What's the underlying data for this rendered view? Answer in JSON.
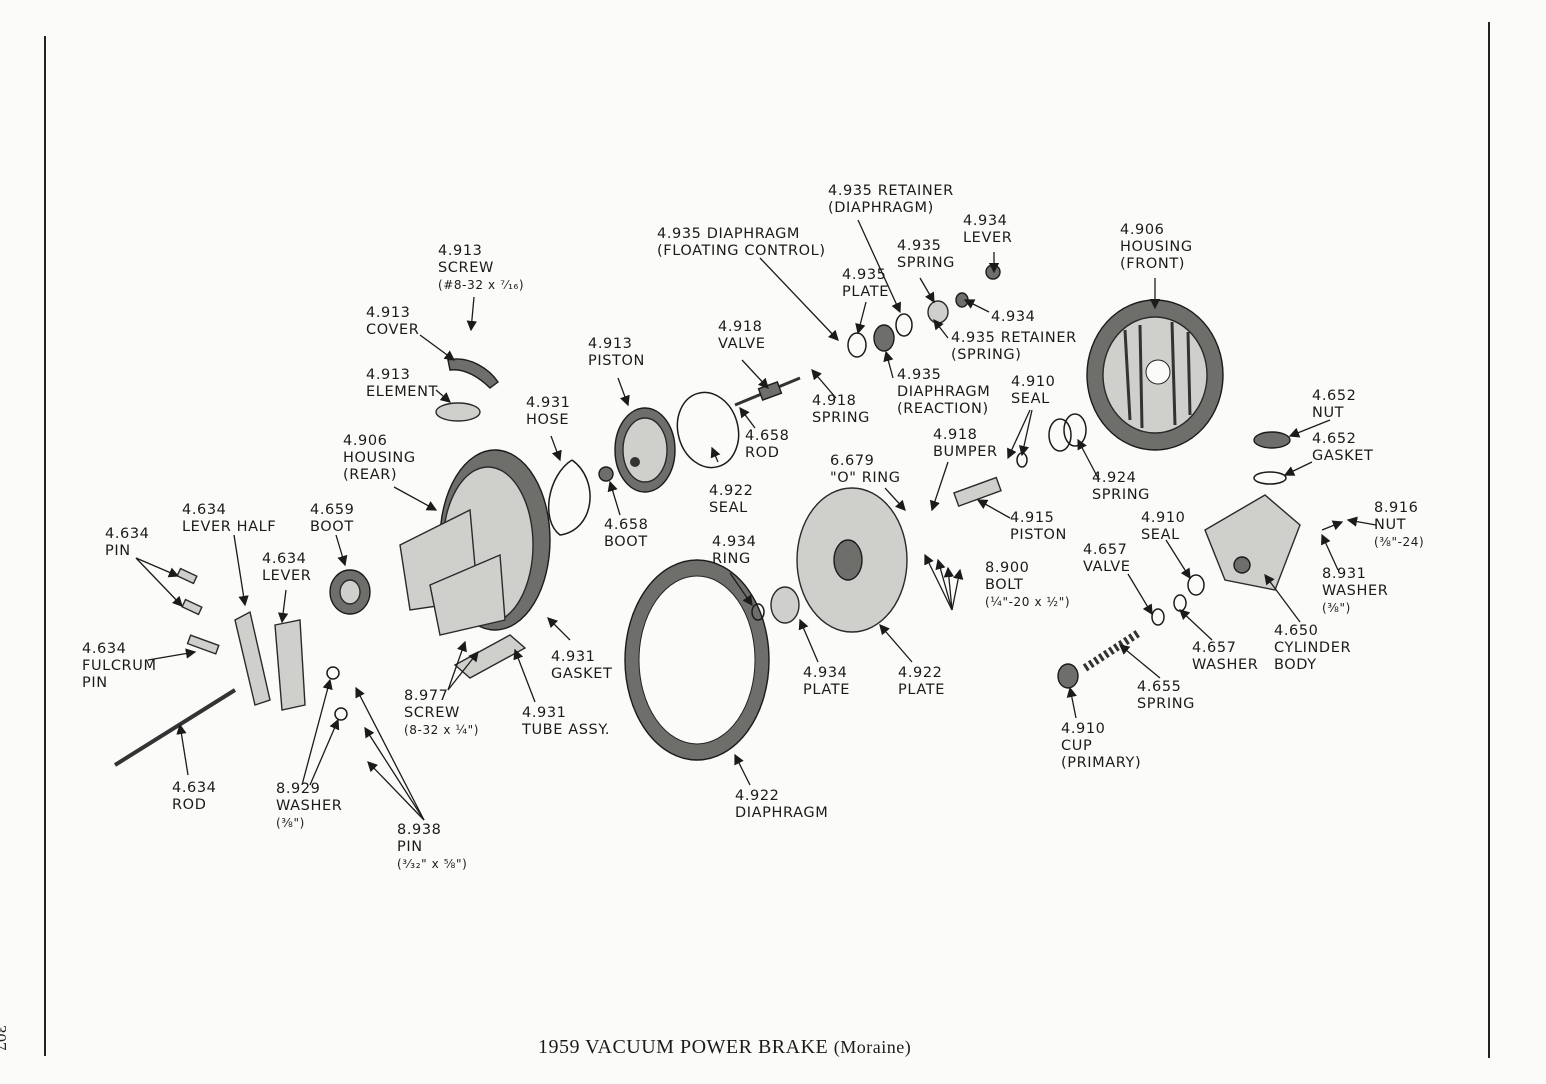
{
  "page_number": "307",
  "caption": {
    "title": "1959 VACUUM POWER BRAKE",
    "subtitle": "(Moraine)"
  },
  "labels": {
    "retainer_diaphragm": [
      "4.935 RETAINER",
      "(DIAPHRAGM)"
    ],
    "lever_4934": [
      "4.934",
      "LEVER"
    ],
    "housing_front": [
      "4.906",
      "HOUSING",
      "(FRONT)"
    ],
    "diaphragm_floating": [
      "4.935 DIAPHRAGM",
      "(FLOATING CONTROL)"
    ],
    "spring_4935": [
      "4.935",
      "SPRING"
    ],
    "plate_4935": [
      "4.935",
      "PLATE"
    ],
    "part_4934": [
      "4.934"
    ],
    "retainer_spring": [
      "4.935 RETAINER",
      "(SPRING)"
    ],
    "screw_4913": [
      "4.913",
      "SCREW",
      "(#8-32 x ⁷⁄₁₆)"
    ],
    "cover_4913": [
      "4.913",
      "COVER"
    ],
    "piston_4913": [
      "4.913",
      "PISTON"
    ],
    "valve_4918": [
      "4.918",
      "VALVE"
    ],
    "spring_4918": [
      "4.918",
      "SPRING"
    ],
    "diaphragm_reaction": [
      "4.935",
      "DIAPHRAGM",
      "(REACTION)"
    ],
    "element_4913": [
      "4.913",
      "ELEMENT"
    ],
    "hose_4931": [
      "4.931",
      "HOSE"
    ],
    "rod_4658": [
      "4.658",
      "ROD"
    ],
    "seal_4910": [
      "4.910",
      "SEAL"
    ],
    "nut_4652": [
      "4.652",
      "NUT"
    ],
    "housing_rear": [
      "4.906",
      "HOUSING",
      "(REAR)"
    ],
    "bumper_4918": [
      "4.918",
      "BUMPER"
    ],
    "gasket_4652": [
      "4.652",
      "GASKET"
    ],
    "seal_4922": [
      "4.922",
      "SEAL"
    ],
    "o_ring_6679": [
      "6.679",
      "\"O\" RING"
    ],
    "spring_4924": [
      "4.924",
      "SPRING"
    ],
    "lever_half": [
      "4.634",
      "LEVER HALF"
    ],
    "boot_4659": [
      "4.659",
      "BOOT"
    ],
    "boot_4658": [
      "4.658",
      "BOOT"
    ],
    "nut_8916": [
      "8.916",
      "NUT",
      "(⅜\"-24)"
    ],
    "seal_4910b": [
      "4.910",
      "SEAL"
    ],
    "piston_4915": [
      "4.915",
      "PISTON"
    ],
    "pin_4634": [
      "4.634",
      "PIN"
    ],
    "lever_4634": [
      "4.634",
      "LEVER"
    ],
    "ring_4934": [
      "4.934",
      "RING"
    ],
    "valve_4657": [
      "4.657",
      "VALVE"
    ],
    "washer_8931": [
      "8.931",
      "WASHER",
      "(⅜\")"
    ],
    "bolt_8900": [
      "8.900",
      "BOLT",
      "(¼\"-20 x ½\")"
    ],
    "fulcrum_pin": [
      "4.634",
      "FULCRUM",
      "PIN"
    ],
    "gasket_4931": [
      "4.931",
      "GASKET"
    ],
    "washer_4657": [
      "4.657",
      "WASHER"
    ],
    "cylinder_body": [
      "4.650",
      "CYLINDER",
      "BODY"
    ],
    "plate_4934": [
      "4.934",
      "PLATE"
    ],
    "plate_4922": [
      "4.922",
      "PLATE"
    ],
    "spring_4655": [
      "4.655",
      "SPRING"
    ],
    "screw_8977": [
      "8.977",
      "SCREW",
      "(8-32 x ¼\")"
    ],
    "tube_assy": [
      "4.931",
      "TUBE ASSY."
    ],
    "cup_primary": [
      "4.910",
      "CUP",
      "(PRIMARY)"
    ],
    "rod_4634": [
      "4.634",
      "ROD"
    ],
    "washer_8929": [
      "8.929",
      "WASHER",
      "(⅜\")"
    ],
    "diaphragm_4922": [
      "4.922",
      "DIAPHRAGM"
    ],
    "pin_8938": [
      "8.938",
      "PIN",
      "(³⁄₃₂\" x ⅝\")"
    ]
  }
}
